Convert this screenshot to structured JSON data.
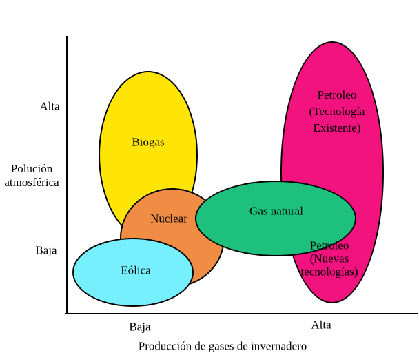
{
  "axes": {
    "y_title_lines": [
      "Polución",
      "atmosférica"
    ],
    "y_tick_high": "Alta",
    "y_tick_low": "Baja",
    "x_tick_low": "Baja",
    "x_tick_high": "Alta",
    "x_title": "Producción de gases de invernadero"
  },
  "bubbles": [
    {
      "id": "biogas",
      "label": "Biogas",
      "color": "#FFE505"
    },
    {
      "id": "petroleo",
      "color": "#F2137E",
      "label_top_lines": [
        "Petroleo",
        "(Tecnología",
        "Existente)"
      ],
      "label_bottom_lines": [
        "Petroleo",
        "(Nuevas",
        "tecnologías)"
      ]
    },
    {
      "id": "nuclear",
      "label": "Nuclear",
      "color": "#F08C44"
    },
    {
      "id": "gas-natural",
      "label": "Gas natural",
      "color": "#1EC07D"
    },
    {
      "id": "eolica",
      "label": "Eólica",
      "color": "#76F0FF"
    }
  ],
  "chart_data": {
    "type": "scatter",
    "title": "",
    "xlabel": "Producción de gases de invernadero",
    "ylabel": "Polución atmosférica",
    "x_tick_labels": [
      "Baja",
      "Alta"
    ],
    "y_tick_labels": [
      "Baja",
      "Alta"
    ],
    "axis_ranges": {
      "x": [
        0,
        1
      ],
      "y": [
        0,
        1
      ]
    },
    "grid": false,
    "legend_position": "none",
    "series": [
      {
        "name": "Biogas",
        "label": "Biogas",
        "color": "#FFE505",
        "x_range": [
          0.09,
          0.37
        ],
        "y_range": [
          0.27,
          0.87
        ],
        "greenhouse_production": "baja",
        "atmospheric_pollution": "media-alta"
      },
      {
        "name": "Petroleo (Tecnología Existente) / Petroleo (Nuevas tecnologías)",
        "label": "Petroleo (Tecnología Existente) — Petroleo (Nuevas tecnologías)",
        "color": "#F2137E",
        "x_range": [
          0.61,
          0.9
        ],
        "y_range": [
          0.04,
          0.98
        ],
        "greenhouse_production": "alta",
        "atmospheric_pollution": "baja-alta"
      },
      {
        "name": "Nuclear",
        "label": "Nuclear",
        "color": "#F08C44",
        "x_range": [
          0.15,
          0.45
        ],
        "y_range": [
          0.1,
          0.45
        ],
        "greenhouse_production": "baja",
        "atmospheric_pollution": "baja"
      },
      {
        "name": "Gas natural",
        "label": "Gas natural",
        "color": "#1EC07D",
        "x_range": [
          0.37,
          0.83
        ],
        "y_range": [
          0.21,
          0.48
        ],
        "greenhouse_production": "media-alta",
        "atmospheric_pollution": "baja-media"
      },
      {
        "name": "Eólica",
        "label": "Eólica",
        "color": "#76F0FF",
        "x_range": [
          0.02,
          0.36
        ],
        "y_range": [
          0.03,
          0.27
        ],
        "greenhouse_production": "baja",
        "atmospheric_pollution": "baja"
      }
    ]
  }
}
